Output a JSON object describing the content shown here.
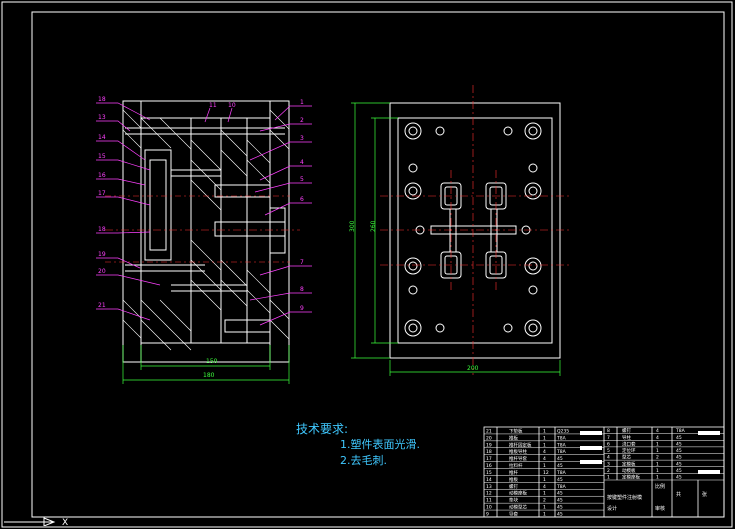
{
  "requirements": {
    "title": "技术要求:",
    "items": [
      "1.塑件表面光滑.",
      "2.去毛刺."
    ]
  },
  "section_view": {
    "part_numbers_left": [
      "18",
      "13",
      "14",
      "15",
      "16",
      "17",
      "18",
      "19",
      "20",
      "21"
    ],
    "part_numbers_right": [
      "1",
      "2",
      "3",
      "4",
      "5",
      "6",
      "7",
      "8",
      "9"
    ],
    "dim_inner": "150",
    "dim_outer": "180",
    "top_labels": [
      "11",
      "10"
    ]
  },
  "plan_view": {
    "dim_height_outer": "300",
    "dim_height_inner": "260",
    "dim_width": "200"
  },
  "bom_rows": [
    [
      "21",
      "下垫板",
      "1",
      "Q235"
    ],
    [
      "20",
      "推板",
      "1",
      "T8A"
    ],
    [
      "19",
      "推杆固定板",
      "1",
      "T8A"
    ],
    [
      "18",
      "推板导柱",
      "4",
      "T8A"
    ],
    [
      "17",
      "推杆导套",
      "4",
      "45"
    ],
    [
      "16",
      "拉料杆",
      "1",
      "45"
    ],
    [
      "15",
      "推杆",
      "12",
      "T8A"
    ],
    [
      "14",
      "推板",
      "1",
      "45"
    ],
    [
      "13",
      "螺钉",
      "4",
      "T8A"
    ],
    [
      "12",
      "动模座板",
      "1",
      "45"
    ],
    [
      "11",
      "垫块",
      "2",
      "45"
    ],
    [
      "10",
      "动模型芯",
      "1",
      "45"
    ],
    [
      "9",
      "导套",
      "1",
      "45"
    ]
  ],
  "bom_rows_right": [
    [
      "8",
      "螺钉",
      "4",
      "T8A"
    ],
    [
      "7",
      "导柱",
      "4",
      "45"
    ],
    [
      "6",
      "浇口套",
      "1",
      "45"
    ],
    [
      "5",
      "定位环",
      "1",
      "45"
    ],
    [
      "4",
      "型芯",
      "2",
      "45"
    ],
    [
      "3",
      "定模板",
      "1",
      "45"
    ],
    [
      "2",
      "动模板",
      "1",
      "45"
    ],
    [
      "1",
      "定模座板",
      "1",
      "45"
    ]
  ],
  "title_block": {
    "name": "按键塑件注射模",
    "scale": "比例",
    "sheet": "张",
    "qty": "共",
    "designer": "设计",
    "checker": "审核"
  }
}
